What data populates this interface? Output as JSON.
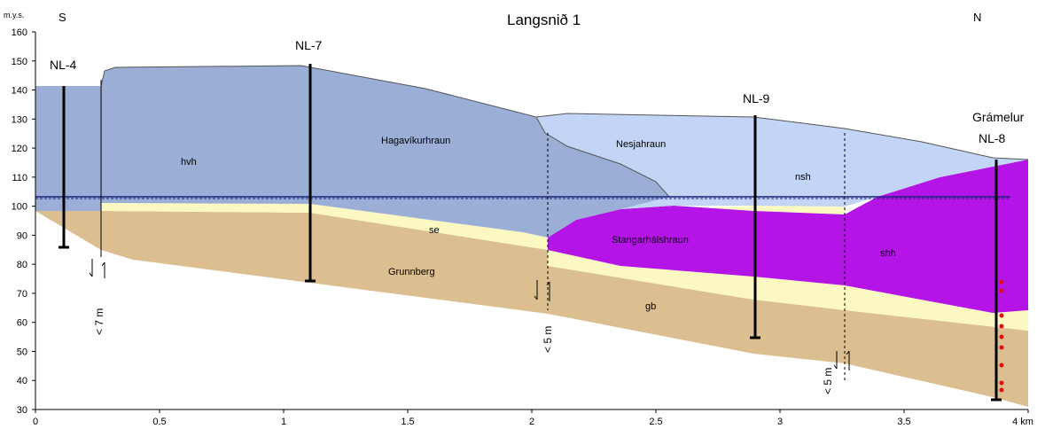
{
  "title": "Langsnið 1",
  "directions": {
    "south": "S",
    "north": "N"
  },
  "y_axis": {
    "unit": "m.y.s.",
    "ticks": [
      "160",
      "150",
      "140",
      "130",
      "120",
      "110",
      "100",
      "90",
      "80",
      "70",
      "60",
      "50",
      "40",
      "30"
    ]
  },
  "x_axis": {
    "ticks": [
      "0",
      "0.5",
      "1",
      "1.5",
      "2",
      "2.5",
      "3",
      "3.5",
      "4 km"
    ]
  },
  "wells": [
    {
      "label": "NL-4"
    },
    {
      "label": "NL-7"
    },
    {
      "label": "NL-9"
    },
    {
      "label": "NL-8",
      "place": "Grámelur"
    }
  ],
  "units": [
    {
      "label": "hvh",
      "color": "#9aaed6"
    },
    {
      "label": "Hagavíkurhraun",
      "color": "#9aaed6"
    },
    {
      "label": "Nesjahraun",
      "color": "#c3d5f6"
    },
    {
      "label": "nsh",
      "color": "#c3d5f6"
    },
    {
      "label": "se",
      "color": "#fbf8c2"
    },
    {
      "label": "Stangarhálshraun",
      "color": "#b414e6"
    },
    {
      "label": "shh",
      "color": "#b414e6"
    },
    {
      "label": "Grunnberg",
      "color": "#dcbf90"
    },
    {
      "label": "gb",
      "color": "#dcbf90"
    }
  ],
  "faults": [
    {
      "label": "< 7 m"
    },
    {
      "label": "< 5 m"
    },
    {
      "label": "< 5 m"
    }
  ],
  "water_table_color": "#1a237e"
}
